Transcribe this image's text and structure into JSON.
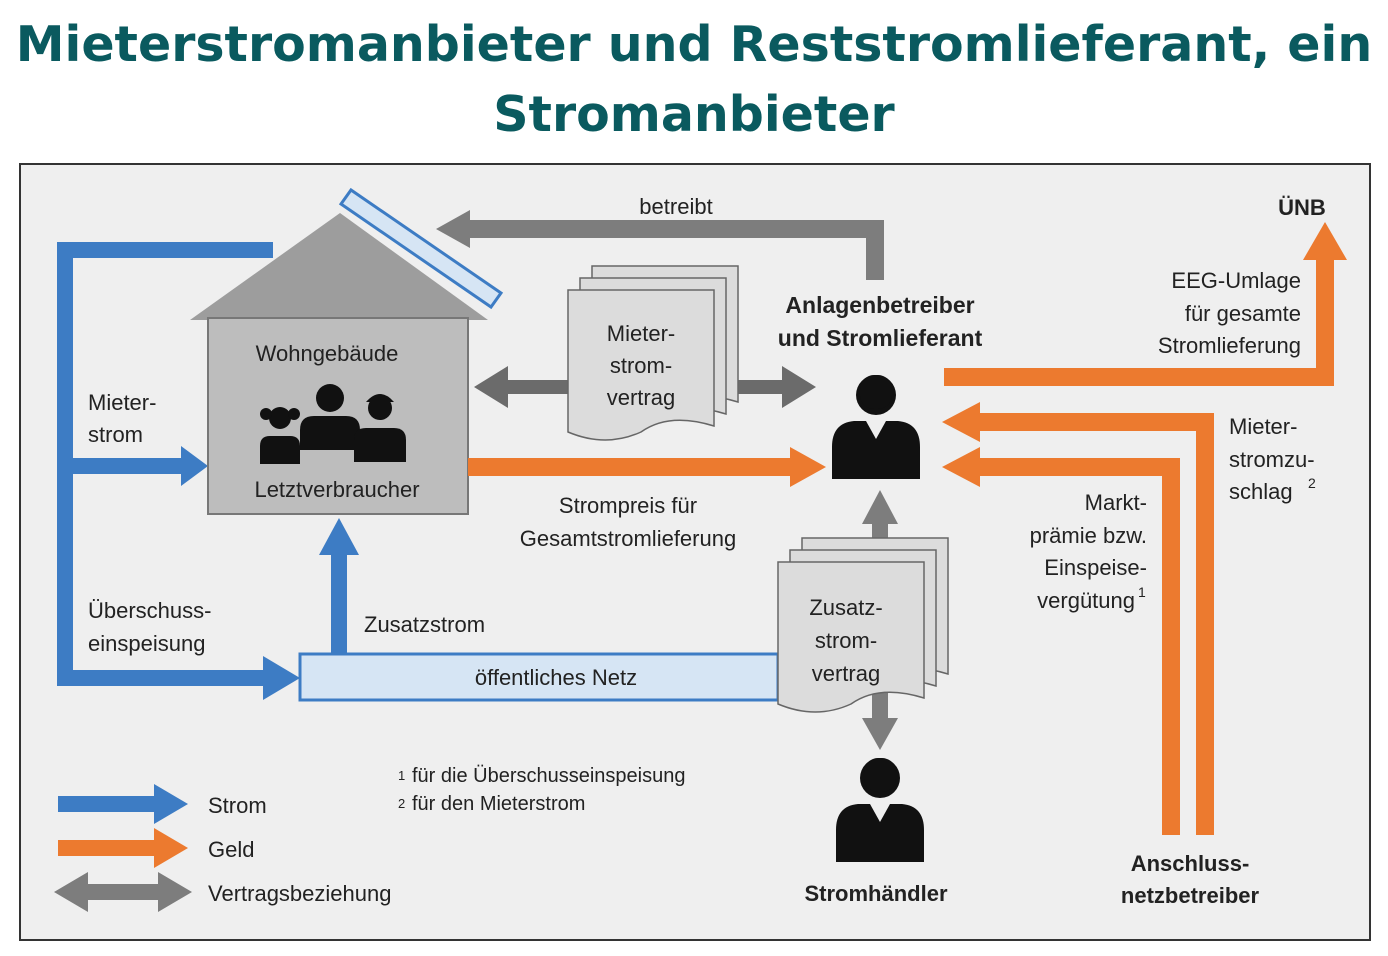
{
  "title": {
    "line1": "Mieterstromanbieter und Reststromlieferant, ein",
    "line2": "Stromanbieter"
  },
  "colors": {
    "title": "#0a5a5f",
    "strom": "#3d7cc4",
    "geld": "#ec7a2f",
    "vertrag": "#7d7d7d",
    "netz_fill": "#d6e5f4",
    "house": "#bdbdbd"
  },
  "nodes": {
    "house_label": "Wohngebäude",
    "consumer_label": "Letztverbraucher",
    "operator_line1": "Anlagenbetreiber",
    "operator_line2": "und Stromlieferant",
    "uenb": "ÜNB",
    "public_grid": "öffentliches Netz",
    "trader": "Stromhändler",
    "grid_operator_line1": "Anschluss-",
    "grid_operator_line2": "netzbetreiber"
  },
  "documents": {
    "tenant_contract": [
      "Mieter-",
      "strom-",
      "vertrag"
    ],
    "extra_contract": [
      "Zusatz-",
      "strom-",
      "vertrag"
    ]
  },
  "arrows": {
    "operates": "betreibt",
    "tenant_power": [
      "Mieter-",
      "strom"
    ],
    "price": [
      "Strompreis für",
      "Gesamtstromlieferung"
    ],
    "surplus": [
      "Überschuss-",
      "einspeisung"
    ],
    "extra_power": "Zusatzstrom",
    "eeg": [
      "EEG-Umlage",
      "für gesamte",
      "Stromlieferung"
    ],
    "tenant_surcharge": [
      "Mieter-",
      "stromzu-",
      "schlag"
    ],
    "market_premium": [
      "Markt-",
      "prämie bzw.",
      "Einspeise-",
      "vergütung"
    ]
  },
  "footnotes": [
    "für die Überschusseinspeisung",
    "für den Mieterstrom"
  ],
  "legend": [
    {
      "label": "Strom",
      "icon": "blue-arrow"
    },
    {
      "label": "Geld",
      "icon": "orange-arrow"
    },
    {
      "label": "Vertragsbeziehung",
      "icon": "gray-double-arrow"
    }
  ]
}
